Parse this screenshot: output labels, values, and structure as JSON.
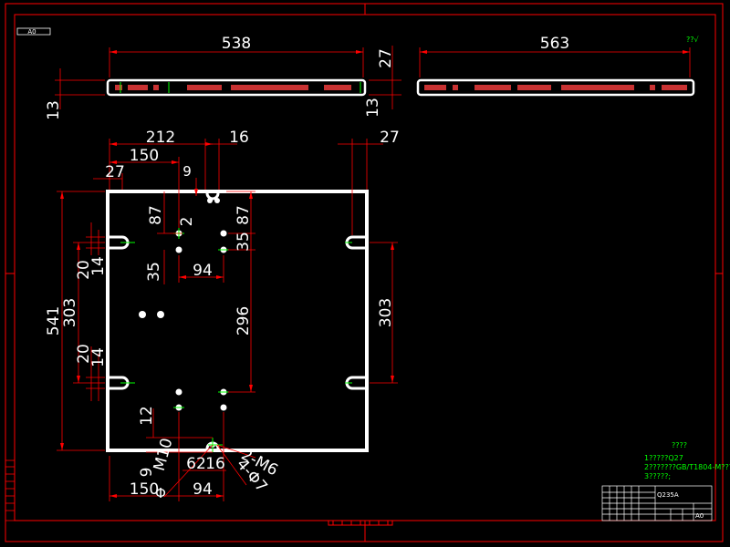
{
  "drawing": {
    "sheet_tag": "A0",
    "roughness_note": "??√",
    "top_views": {
      "left_length": "538",
      "left_height": "27",
      "left_thickness_left": "13",
      "left_thickness_right": "13",
      "right_length": "563"
    },
    "plan_dims": {
      "d212": "212",
      "d16": "16",
      "d150_top": "150",
      "d27_top_left": "27",
      "d27_top_right": "27",
      "d9_top": "9",
      "d87_left": "87",
      "d2": "2",
      "d87_right": "87",
      "d35_right": "35",
      "d35_left": "35",
      "d94_top": "94",
      "d296": "296",
      "d541": "541",
      "d303_left": "303",
      "d303_right": "303",
      "d20_top": "20",
      "d14_top": "14",
      "d20_bot": "20",
      "d14_bot": "14",
      "d12": "12",
      "d9_bot": "9",
      "m10": "M10",
      "d62": "62",
      "d16_bot": "16",
      "d150_bot": "150",
      "d94_bot": "94",
      "m6": "2-M6",
      "phi7": "4-Φ7",
      "phi_small": "Φ"
    },
    "notes": {
      "title": "????",
      "line1": "1?????Q27",
      "line2": "2???????GB/T1804-M????",
      "line3": "3?????;"
    },
    "title_block": {
      "material": "Q235A",
      "scale": "A0"
    },
    "colors": {
      "frame": "#ff0000",
      "part": "#ffffff",
      "dimension": "#ff0000",
      "note": "#00ff00",
      "hatch": "#c83232"
    }
  }
}
